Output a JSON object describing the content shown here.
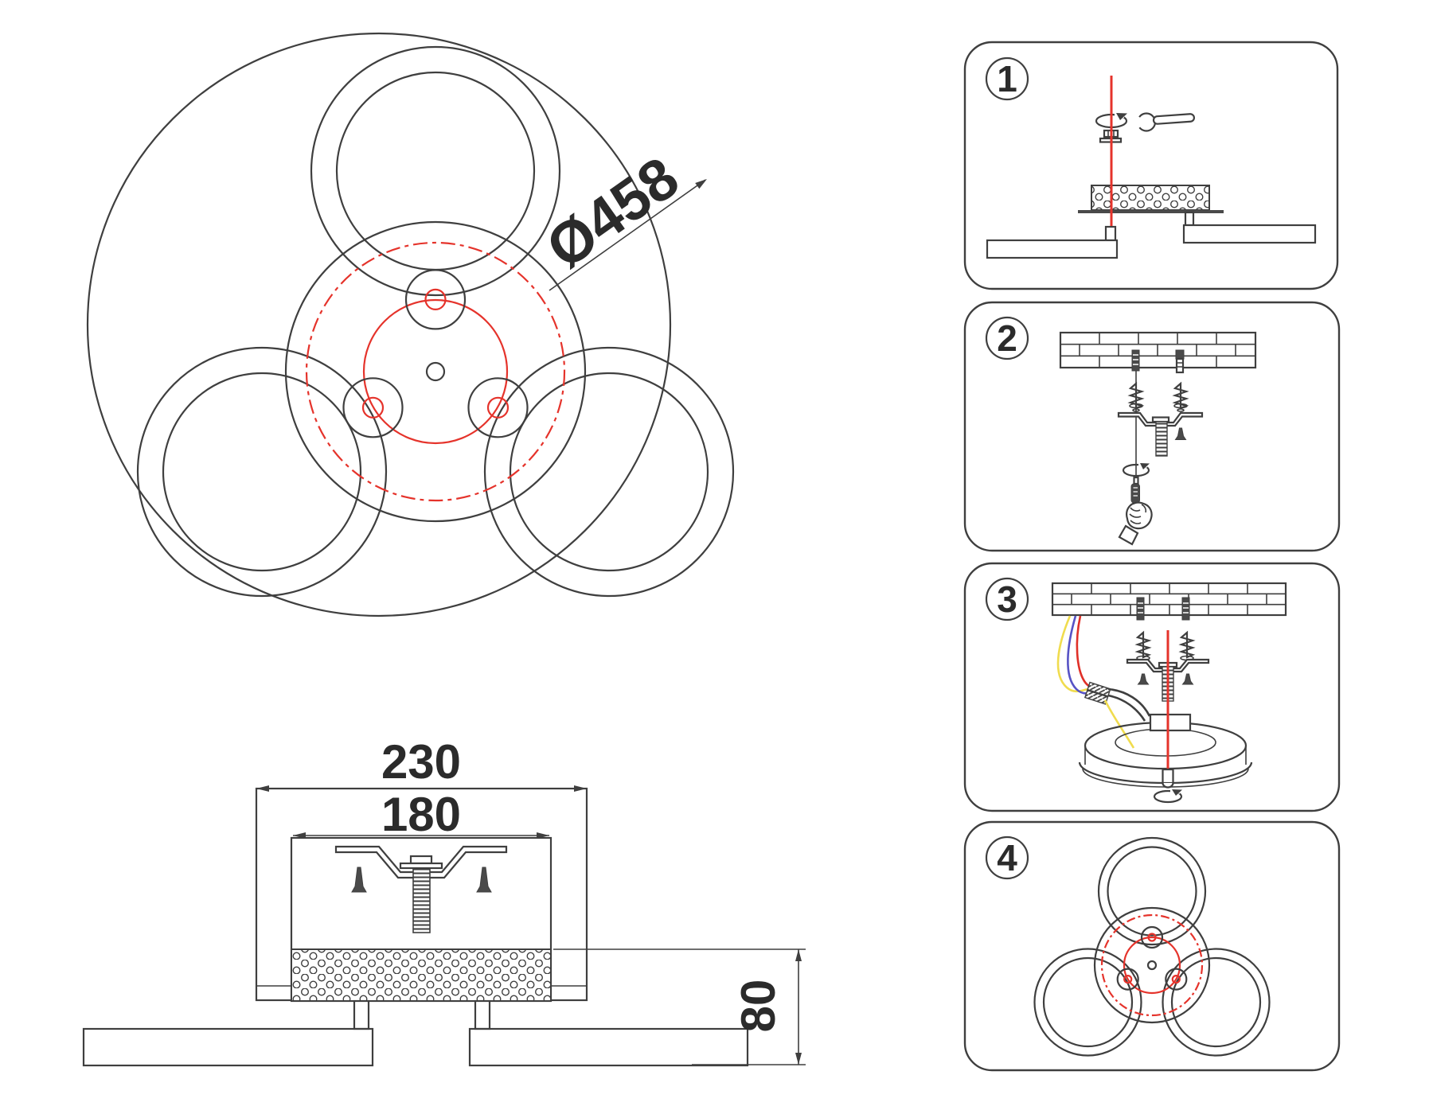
{
  "colors": {
    "line": "#3f3f3f",
    "red": "#e5332b",
    "dark": "#4a4a4a",
    "wire_yellow": "#f0dc4e",
    "wire_blue": "#5753c5",
    "wire_red": "#e03028"
  },
  "drawing": {
    "top_view": {
      "diameter_label": "Ø458"
    },
    "side_view": {
      "outer_width_label": "230",
      "inner_width_label": "180",
      "height_label": "80"
    }
  },
  "steps": [
    {
      "number": "1",
      "icons": [
        "rotation-arrow-icon",
        "nut-icon",
        "washer-icon",
        "wrench-icon",
        "canopy-hatch-block",
        "ring-bars"
      ]
    },
    {
      "number": "2",
      "icons": [
        "brick-ceiling",
        "wall-plug-icon",
        "screw-icon",
        "mounting-bracket",
        "stud-bolt",
        "rotation-arrow-icon",
        "screwdriver-hand-icon"
      ]
    },
    {
      "number": "3",
      "icons": [
        "brick-ceiling",
        "wire-yellow",
        "wire-blue",
        "wire-red",
        "terminal-block-icon",
        "mounting-bracket",
        "canopy-base",
        "decorative-screw-icon",
        "rotation-arrow-icon"
      ]
    },
    {
      "number": "4",
      "icons": [
        "finished-fixture-top-view"
      ]
    }
  ]
}
